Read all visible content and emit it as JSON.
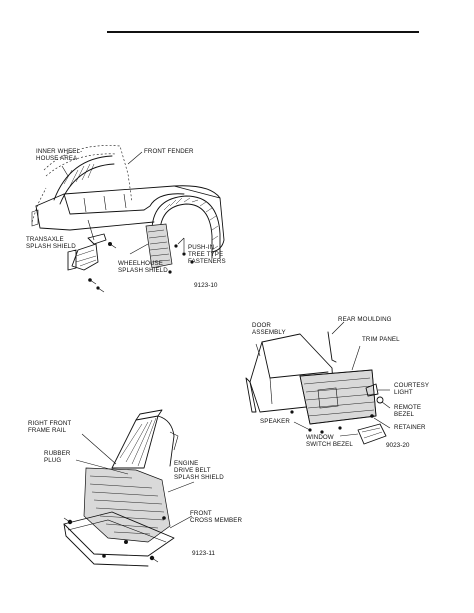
{
  "figures": {
    "fig1": {
      "code": "9123-10",
      "labels": {
        "inner_wheelhouse": "INNER WHEEL-\nHOUSE AREA",
        "front_fender": "FRONT FENDER",
        "transaxle_shield": "TRANSAXLE\nSPLASH SHIELD",
        "push_in_fasteners": "PUSH-IN\nTREE TYPE\nFASTENERS",
        "wheelhouse_shield": "WHEELHOUSE\nSPLASH SHIELD"
      }
    },
    "fig2": {
      "code": "9123-11",
      "labels": {
        "right_front_frame_rail": "RIGHT FRONT\nFRAME RAIL",
        "rubber_plug": "RUBBER\nPLUG",
        "engine_drive_belt_shield": "ENGINE\nDRIVE BELT\nSPLASH SHIELD",
        "front_cross_member": "FRONT\nCROSS MEMBER"
      }
    },
    "fig3": {
      "code": "9023-20",
      "labels": {
        "door_assembly": "DOOR\nASSEMBLY",
        "rear_moulding": "REAR MOULDING",
        "trim_panel": "TRIM PANEL",
        "courtesy_light": "COURTESY\nLIGHT",
        "remote_bezel": "REMOTE\nBEZEL",
        "speaker": "SPEAKER",
        "retainer": "RETAINER",
        "window_switch_bezel": "WINDOW\nSWITCH BEZEL"
      }
    }
  }
}
